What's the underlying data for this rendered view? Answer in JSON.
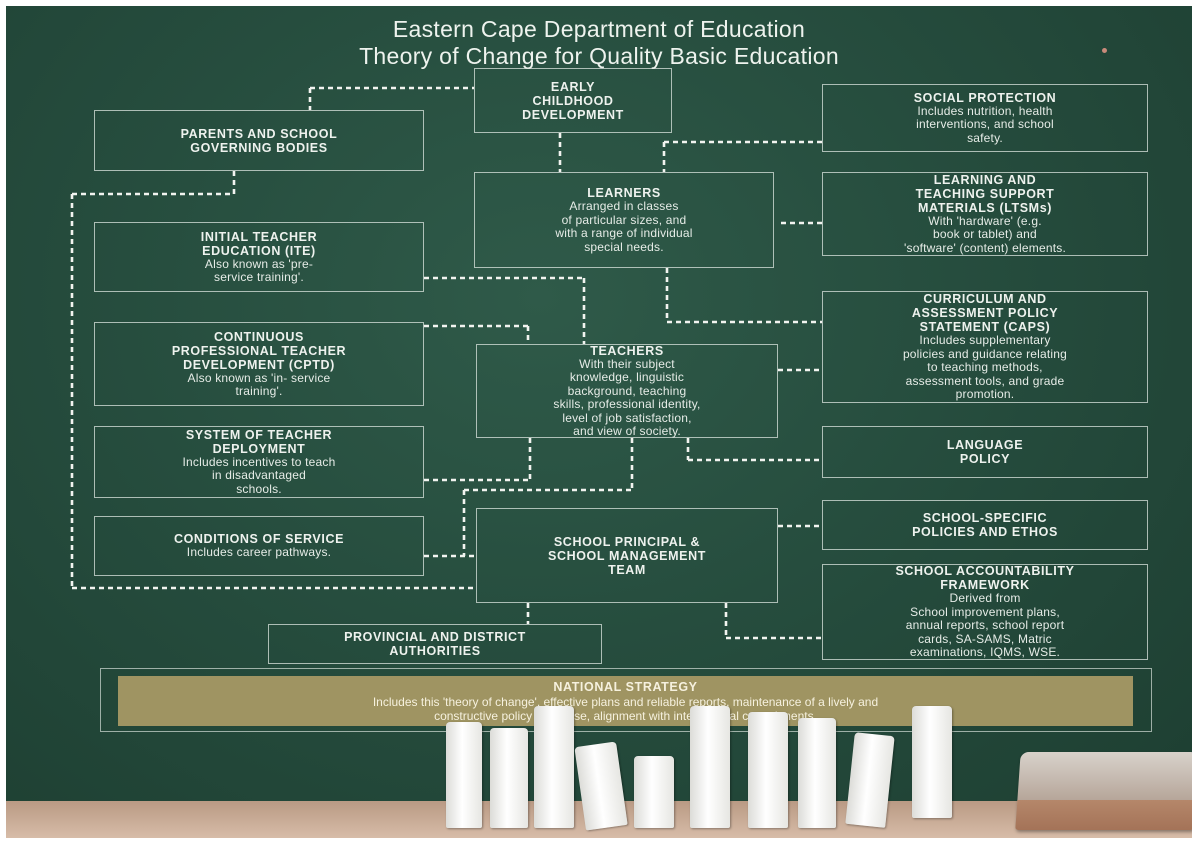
{
  "title": {
    "line1": "Eastern Cape Department of Education",
    "line2": "Theory of Change for Quality Basic Education"
  },
  "boxes": {
    "ecd": {
      "heading": "EARLY\nCHILDHOOD\nDEVELOPMENT"
    },
    "parents": {
      "heading": "PARENTS AND SCHOOL\nGOVERNING BODIES"
    },
    "social": {
      "heading": "SOCIAL PROTECTION",
      "desc": "Includes nutrition, health\ninterventions, and school\nsafety."
    },
    "learners": {
      "heading": "LEARNERS",
      "desc": "Arranged in classes\nof particular sizes, and\nwith a range of individual\nspecial needs."
    },
    "ltsm": {
      "heading": "LEARNING AND\nTEACHING SUPPORT\nMATERIALS (LTSMs)",
      "desc": "With 'hardware' (e.g.\nbook or tablet) and\n'software' (content) elements."
    },
    "ite": {
      "heading": "INITIAL TEACHER\nEDUCATION (ITE)",
      "desc": "Also known as 'pre-\nservice training'."
    },
    "caps": {
      "heading": "CURRICULUM  AND\nASSESSMENT POLICY\nSTATEMENT (CAPS)",
      "desc": "Includes supplementary\npolicies and guidance relating\nto teaching methods,\nassessment tools, and grade\npromotion."
    },
    "cptd": {
      "heading": "CONTINUOUS\nPROFESSIONAL TEACHER\nDEVELOPMENT (CPTD)",
      "desc": "Also known as 'in- service\ntraining'."
    },
    "teachers": {
      "heading": "TEACHERS",
      "desc": "With their subject\nknowledge, linguistic\nbackground, teaching\nskills, professional identity,\nlevel of job satisfaction,\nand view of society."
    },
    "deployment": {
      "heading": "SYSTEM OF TEACHER\nDEPLOYMENT",
      "desc": "Includes incentives to teach\nin disadvantaged\nschools."
    },
    "language": {
      "heading": "LANGUAGE\nPOLICY"
    },
    "ethos": {
      "heading": "SCHOOL-SPECIFIC\nPOLICIES AND ETHOS"
    },
    "conditions": {
      "heading": "CONDITIONS OF SERVICE",
      "desc": "Includes career pathways."
    },
    "principal": {
      "heading": "SCHOOL PRINCIPAL  &\nSCHOOL MANAGEMENT\nTEAM"
    },
    "accountability": {
      "heading": "SCHOOL ACCOUNTABILITY\nFRAMEWORK",
      "desc": "Derived from\nSchool improvement plans,\nannual reports, school report\ncards, SA-SAMS, Matric\nexaminations, IQMS, WSE."
    },
    "provincial": {
      "heading": "PROVINCIAL AND DISTRICT\nAUTHORITIES"
    }
  },
  "national": {
    "heading": "NATIONAL STRATEGY",
    "desc": "Includes this 'theory of change', effective plans and reliable reports, maintenance of a lively and\nconstructive policy discourse, alignment with international commitments."
  }
}
